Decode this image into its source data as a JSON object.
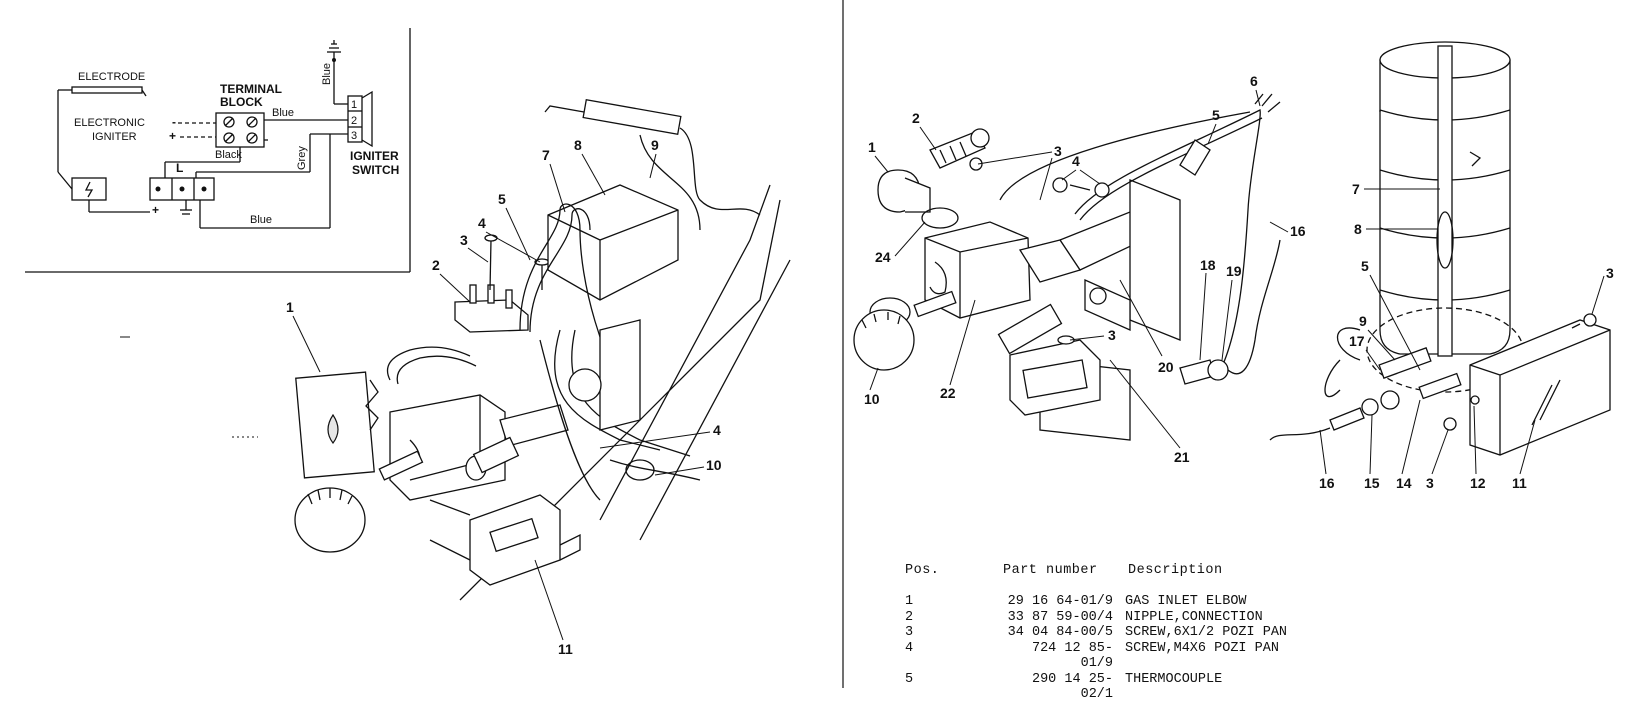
{
  "wiring": {
    "electrode": "ELECTRODE",
    "terminal_block_1": "TERMINAL",
    "terminal_block_2": "BLOCK",
    "igniter_1": "ELECTRONIC",
    "igniter_2": "IGNITER",
    "minus": "-",
    "plus": "+",
    "plus2": "+",
    "wire_blue_top": "Blue",
    "wire_blue_vert": "Blue",
    "wire_black": "Black",
    "wire_grey": "Grey",
    "wire_blue_bottom": "Blue",
    "switch_1": "IGNITER",
    "switch_2": "SWITCH",
    "sw1": "1",
    "sw2": "2",
    "sw3": "3",
    "L": "L"
  },
  "left_callouts": [
    "1",
    "2",
    "3",
    "4",
    "5",
    "7",
    "8",
    "9",
    "4",
    "10",
    "11"
  ],
  "mid_callouts": [
    "1",
    "2",
    "3",
    "4",
    "5",
    "6",
    "16",
    "18",
    "19",
    "24",
    "3",
    "20",
    "21",
    "22",
    "10"
  ],
  "right_callouts": [
    "7",
    "8",
    "5",
    "9",
    "17",
    "3",
    "16",
    "15",
    "14",
    "3",
    "12",
    "11"
  ],
  "parts_table": {
    "headers": {
      "pos": "Pos.",
      "part": "Part number",
      "desc": "Description"
    },
    "rows": [
      {
        "pos": "1",
        "part": "29 16 64-01/9",
        "desc": "GAS INLET ELBOW"
      },
      {
        "pos": "2",
        "part": "33 87 59-00/4",
        "desc": "NIPPLE,CONNECTION"
      },
      {
        "pos": "3",
        "part": "34 04 84-00/5",
        "desc": "SCREW,6X1/2 POZI PAN"
      },
      {
        "pos": "4",
        "part": "724 12 85-01/9",
        "desc": "SCREW,M4X6 POZI PAN"
      },
      {
        "pos": "5",
        "part": "290 14 25-02/1",
        "desc": "THERMOCOUPLE"
      }
    ]
  }
}
